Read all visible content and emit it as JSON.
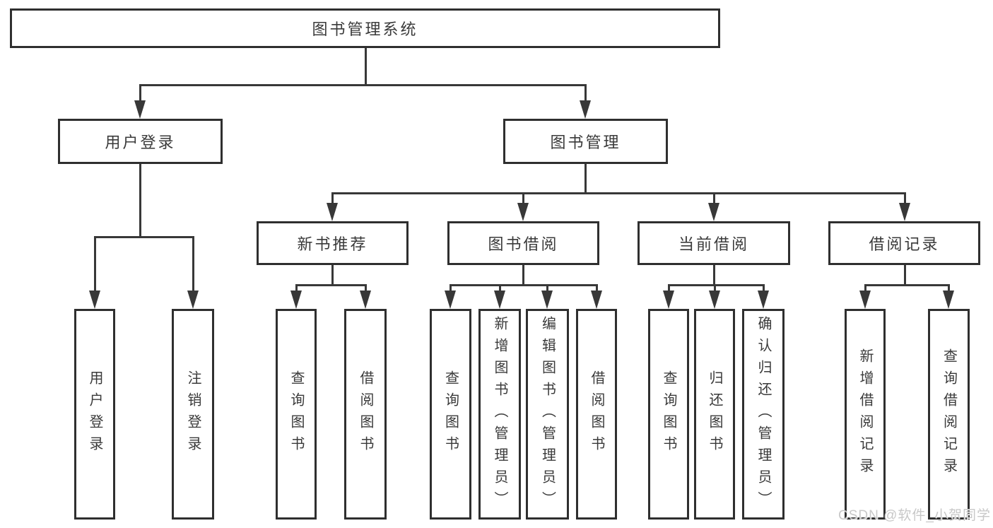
{
  "colors": {
    "line": "#383838",
    "border": "#2f2f2f",
    "text": "#3a3a3a",
    "watermark": "#c8c8c8",
    "bg": "#ffffff"
  },
  "tree": {
    "root": "图书管理系统",
    "branches": [
      {
        "label": "用户登录",
        "children": [
          "用户登录",
          "注销登录"
        ]
      },
      {
        "label": "图书管理",
        "children": [
          {
            "label": "新书推荐",
            "children": [
              "查询图书",
              "借阅图书"
            ]
          },
          {
            "label": "图书借阅",
            "children": [
              "查询图书",
              "新增图书（管理员）",
              "编辑图书（管理员）",
              "借阅图书"
            ]
          },
          {
            "label": "当前借阅",
            "children": [
              "查询图书",
              "归还图书",
              "确认归还（管理员）"
            ]
          },
          {
            "label": "借阅记录",
            "children": [
              "新增借阅记录",
              "查询借阅记录"
            ]
          }
        ]
      }
    ]
  },
  "watermark": {
    "text": "CSDN @软件_小贺同学"
  }
}
